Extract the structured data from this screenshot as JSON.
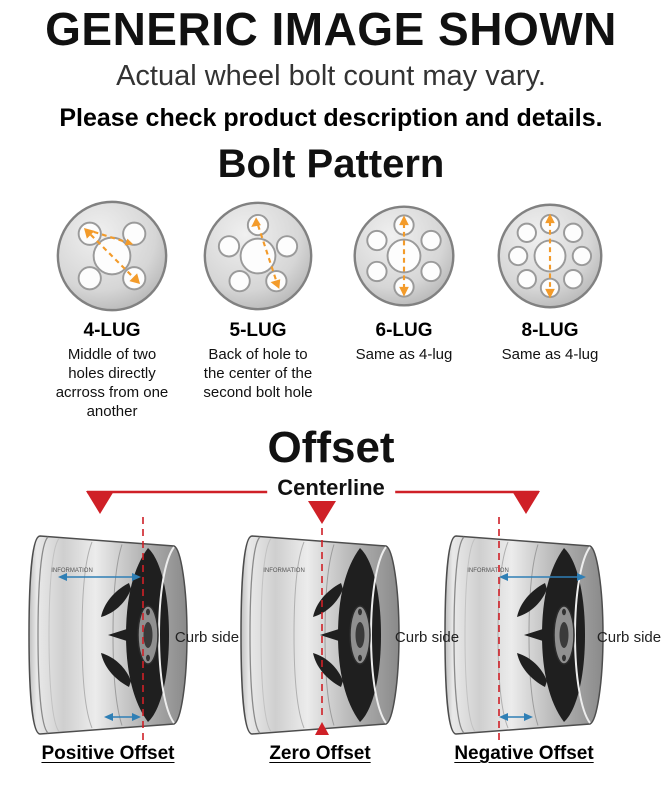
{
  "header": {
    "title": "GENERIC IMAGE SHOWN",
    "subtitle": "Actual wheel bolt count may vary.",
    "note": "Please check product description and details."
  },
  "bolt_pattern": {
    "heading": "Bolt Pattern",
    "lugs": [
      {
        "label": "4-LUG",
        "description": "Middle of two holes directly acrross from one another"
      },
      {
        "label": "5-LUG",
        "description": "Back of hole to the center of the second bolt hole"
      },
      {
        "label": "6-LUG",
        "description": "Same as 4-lug"
      },
      {
        "label": "8-LUG",
        "description": "Same as 4-lug"
      }
    ]
  },
  "offset": {
    "heading": "Offset",
    "centerline_label": "Centerline",
    "curb_side_label": "Curb side",
    "rim_text": "INFORMATION",
    "types": [
      {
        "label": "Positive Offset"
      },
      {
        "label": "Zero Offset"
      },
      {
        "label": "Negative Offset"
      }
    ]
  },
  "colors": {
    "accent_red": "#cf2027",
    "measure_blue": "#2f7fb5",
    "dash_orange": "#f39b2a"
  }
}
